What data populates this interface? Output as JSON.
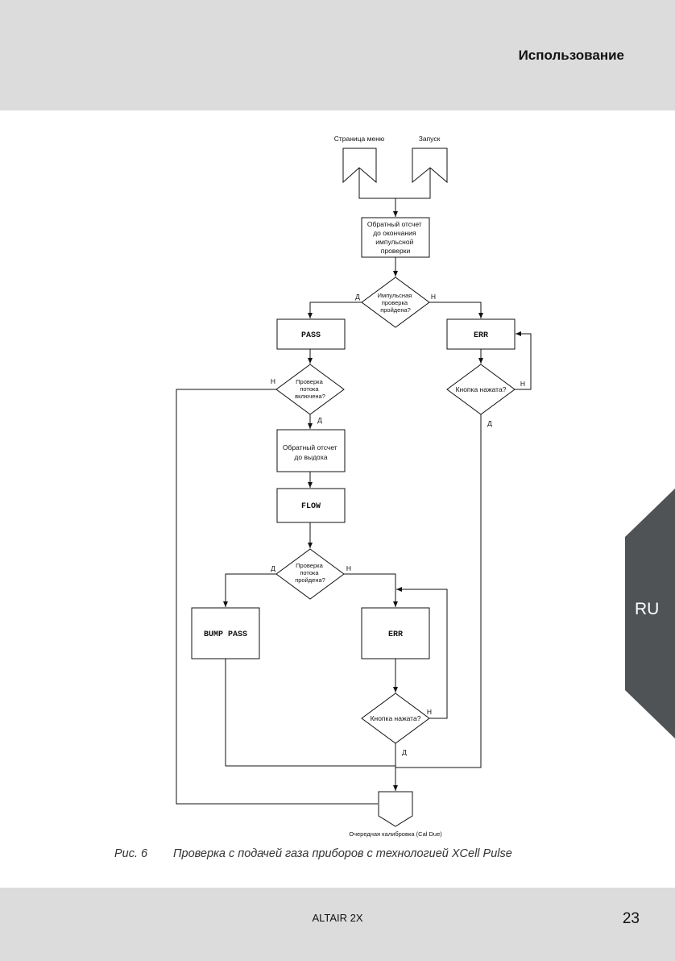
{
  "header": {
    "section_title": "Использование"
  },
  "side_tab": {
    "language": "RU"
  },
  "diagram": {
    "start_menu": "Страница меню",
    "start_launch": "Запуск",
    "countdown_bump": [
      "Обратный отсчет",
      "до окончания",
      "импульсной",
      "проверки"
    ],
    "decision_bump_passed": [
      "Импульсная",
      "проверка",
      "пройдена?"
    ],
    "pass_display": "PASS",
    "err_display_1": "ERR",
    "decision_button_1": "Кнопка нажата?",
    "decision_flow_enabled": [
      "Проверка",
      "потока",
      "включена?"
    ],
    "countdown_exhale": [
      "Обратный отсчет",
      "до выдоха"
    ],
    "flow_display": "FLOW",
    "decision_flow_passed": [
      "Проверка",
      "потока",
      "пройдена?"
    ],
    "bump_pass_display": "BUMP PASS",
    "err_display_2": "ERR",
    "decision_button_2": "Кнопка нажата?",
    "label_yes": "Д",
    "label_no": "Н",
    "end_cal_due": "Очередная калибровка (Cal Due)"
  },
  "caption": {
    "number": "Рис. 6",
    "text": "Проверка с подачей газа приборов с технологией XCell Pulse"
  },
  "footer": {
    "product": "ALTAIR 2X",
    "page_number": "23"
  },
  "colors": {
    "band": "#dcdcdc",
    "tab": "#505355",
    "line": "#111111"
  }
}
